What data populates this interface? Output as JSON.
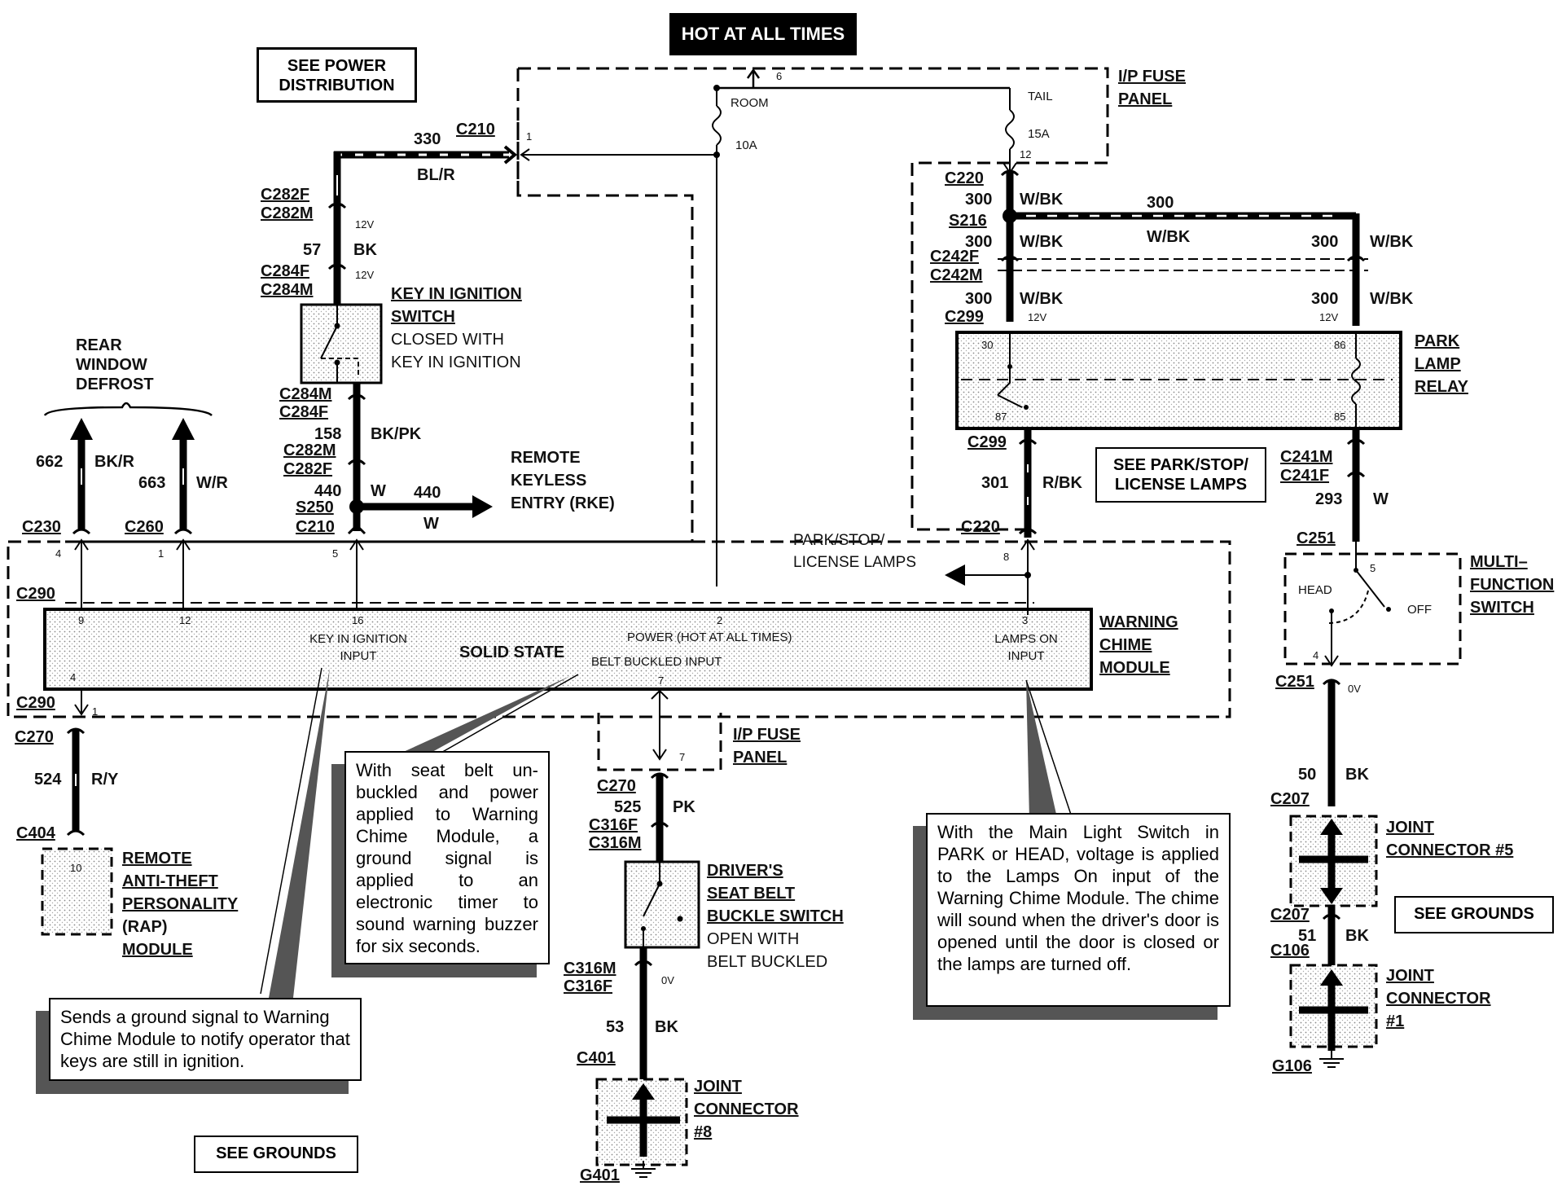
{
  "hot_label": "HOT AT ALL TIMES",
  "power_box": [
    "SEE POWER",
    "DISTRIBUTION"
  ],
  "fuse_panel": {
    "title": [
      "I/P FUSE",
      "PANEL"
    ],
    "room": "ROOM",
    "room_amp": "10A",
    "tail": "TAIL",
    "tail_amp": "15A",
    "pin_top": "6",
    "pin_left": "1",
    "pin_right": "12"
  },
  "left_top": {
    "c210": "C210",
    "w330": "330",
    "blr": "BL/R",
    "c282f": "C282F",
    "c282m": "C282M",
    "v12a": "12V",
    "w57": "57",
    "bk": "BK",
    "c284f": "C284F",
    "c284m": "C284M",
    "v12b": "12V"
  },
  "key_switch": {
    "title": [
      "KEY IN IGNITION",
      "SWITCH"
    ],
    "sub": [
      "CLOSED WITH",
      "KEY IN IGNITION"
    ]
  },
  "key_lower": {
    "c284m": "C284M",
    "c284f": "C284F",
    "w158": "158",
    "bkpk": "BK/PK",
    "c282m": "C282M",
    "c282f": "C282F",
    "w440": "440",
    "w": "W",
    "s250": "S250",
    "c210": "C210",
    "w440b": "440",
    "wb": "W"
  },
  "rke": [
    "REMOTE",
    "KEYLESS",
    "ENTRY (RKE)"
  ],
  "rear_defrost": [
    "REAR",
    "WINDOW",
    "DEFROST"
  ],
  "defrost_wires": {
    "w662": "662",
    "bkr": "BK/R",
    "w663": "663",
    "wr": "W/R",
    "c230": "C230",
    "c260": "C260"
  },
  "module": {
    "c290a": "C290",
    "c290b": "C290",
    "pins": {
      "p4": "4",
      "p1": "1",
      "p5": "5",
      "p9": "9",
      "p12": "12",
      "p16": "16",
      "p2": "2",
      "p3": "3",
      "p8": "8",
      "p4b": "4",
      "p1b": "1",
      "p7": "7"
    },
    "solid_state": "SOLID  STATE",
    "key_input": [
      "KEY IN IGNITION",
      "INPUT"
    ],
    "power_input": "POWER (HOT AT ALL TIMES)",
    "belt_input": "BELT BUCKLED INPUT",
    "lamps_input": [
      "LAMPS ON",
      "INPUT"
    ],
    "title": [
      "WARNING",
      "CHIME",
      "MODULE"
    ]
  },
  "park_stop_arrow": [
    "PARK/STOP/",
    "LICENSE LAMPS"
  ],
  "right_top": {
    "c220": "C220",
    "w300": "300",
    "wbk": "W/BK",
    "s216": "S216",
    "w300b": "300",
    "wbkb": "W/BK",
    "w300c": "300",
    "wbkc": "W/BK",
    "c242f": "C242F",
    "c242m": "C242M",
    "w300d": "300",
    "wbkd": "W/BK",
    "w300e": "300",
    "wbke": "W/BK",
    "w300f": "300",
    "wbkf": "W/BK",
    "c299": "C299",
    "v12": "12V",
    "v12b": "12V",
    "w300g": "300",
    "wbkg": "W/BK"
  },
  "relay": {
    "title": [
      "PARK",
      "LAMP",
      "RELAY"
    ],
    "p30": "30",
    "p86": "86",
    "p87": "87",
    "p85": "85"
  },
  "right_mid": {
    "c299": "C299",
    "w301": "301",
    "rbk": "R/BK",
    "c220": "C220",
    "c241m": "C241M",
    "c241f": "C241F",
    "w293": "293",
    "w": "W",
    "c251": "C251"
  },
  "see_park_box": [
    "SEE PARK/STOP/",
    "LICENSE LAMPS"
  ],
  "mfs": {
    "title": [
      "MULTI–",
      "FUNCTION",
      "SWITCH"
    ],
    "head": "HEAD",
    "off": "OFF",
    "p5": "5",
    "p4": "4"
  },
  "right_low": {
    "c251": "C251",
    "v0": "0V",
    "w50": "50",
    "bk": "BK",
    "c207a": "C207",
    "jc5": [
      "JOINT",
      "CONNECTOR #5"
    ],
    "c207b": "C207",
    "w51": "51",
    "bk2": "BK",
    "c106": "C106",
    "jc1": [
      "JOINT",
      "CONNECTOR",
      "#1"
    ],
    "g106": "G106",
    "see_grounds": "SEE GROUNDS"
  },
  "center_low": {
    "fuse_title": [
      "I/P FUSE",
      "PANEL"
    ],
    "p7": "7",
    "c270": "C270",
    "w525": "525",
    "pk": "PK",
    "c316f": "C316F",
    "c316m": "C316M",
    "switch_title": [
      "DRIVER'S",
      "SEAT BELT",
      "BUCKLE SWITCH"
    ],
    "switch_sub": [
      "OPEN WITH",
      "BELT BUCKLED"
    ],
    "c316m_b": "C316M",
    "c316f_b": "C316F",
    "v0": "0V",
    "w53": "53",
    "bk": "BK",
    "c401": "C401",
    "jc8": [
      "JOINT",
      "CONNECTOR",
      "#8"
    ],
    "g401": "G401"
  },
  "left_low": {
    "c270": "C270",
    "w524": "524",
    "ry": "R/Y",
    "c404": "C404",
    "pin10": "10",
    "rap": [
      "REMOTE",
      "ANTI-THEFT",
      "PERSONALITY",
      "(RAP)",
      "MODULE"
    ],
    "see_grounds": "SEE GROUNDS"
  },
  "notes": {
    "seat_belt": "With seat belt un-buckled and power applied to Warning Chime Module, a ground signal is applied to an electronic timer to sound warning buzzer for six seconds.",
    "keys": "Sends a ground signal to Warning Chime Module to notify operator that keys are still in ignition.",
    "main_light": "With the Main Light Switch in PARK or HEAD, voltage is applied to the Lamps On input of the Warning Chime Module. The chime will sound when the driver's door is opened until the door is closed or the lamps are turned off."
  }
}
